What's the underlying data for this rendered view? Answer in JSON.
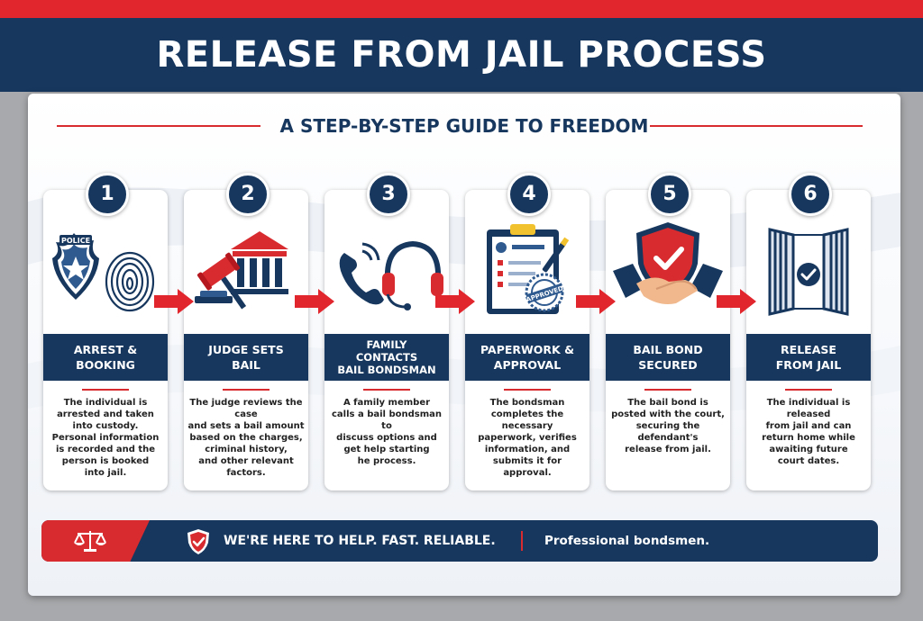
{
  "title": "RELEASE FROM JAIL PROCESS",
  "subtitle": "A STEP-BY-STEP GUIDE TO FREEDOM",
  "steps": [
    {
      "number": "1",
      "icon": "police-badge-fingerprint-icon",
      "badge_text": "POLICE",
      "title": "ARREST &\nBOOKING",
      "description": "The individual is\narrested and taken\ninto custody.\nPersonal information\nis recorded and the\nperson is booked\ninto jail."
    },
    {
      "number": "2",
      "icon": "gavel-courthouse-icon",
      "title": "JUDGE SETS\nBAIL",
      "description": "The judge reviews the case\nand sets a bail amount\nbased on the charges,\ncriminal history,\nand other relevant\nfactors."
    },
    {
      "number": "3",
      "icon": "phone-headset-icon",
      "title": "FAMILY\nCONTACTS\nBAIL BONDSMAN",
      "description": "A family member\ncalls a bail bondsman to\ndiscuss options and\nget help starting\nhe process."
    },
    {
      "number": "4",
      "icon": "clipboard-approved-icon",
      "stamp_text": "APPROVED",
      "title": "PAPERWORK &\nAPPROVAL",
      "description": "The bondsman\ncompletes  the necessary\npaperwork,  verifies\ninformation, and\nsubmits it for\napproval."
    },
    {
      "number": "5",
      "icon": "shield-handshake-icon",
      "title": "BAIL BOND\nSECURED",
      "description": "The bail bond is\nposted with the court,\nsecuring the defendant's\nrelease from jail."
    },
    {
      "number": "6",
      "icon": "open-jail-door-icon",
      "title": "RELEASE\nFROM JAIL",
      "description": "The individual is released\nfrom jail and can\nreturn home while\nawaiting future\ncourt dates."
    }
  ],
  "footer": {
    "left_icon": "scales-of-justice-icon",
    "shield_icon": "shield-check-icon",
    "tagline": "WE'RE HERE TO HELP. FAST. RELIABLE.",
    "right_text": "Professional bondsmen."
  },
  "colors": {
    "navy": "#17375e",
    "red": "#d82b2f",
    "header_stripe": "#e1262d"
  }
}
